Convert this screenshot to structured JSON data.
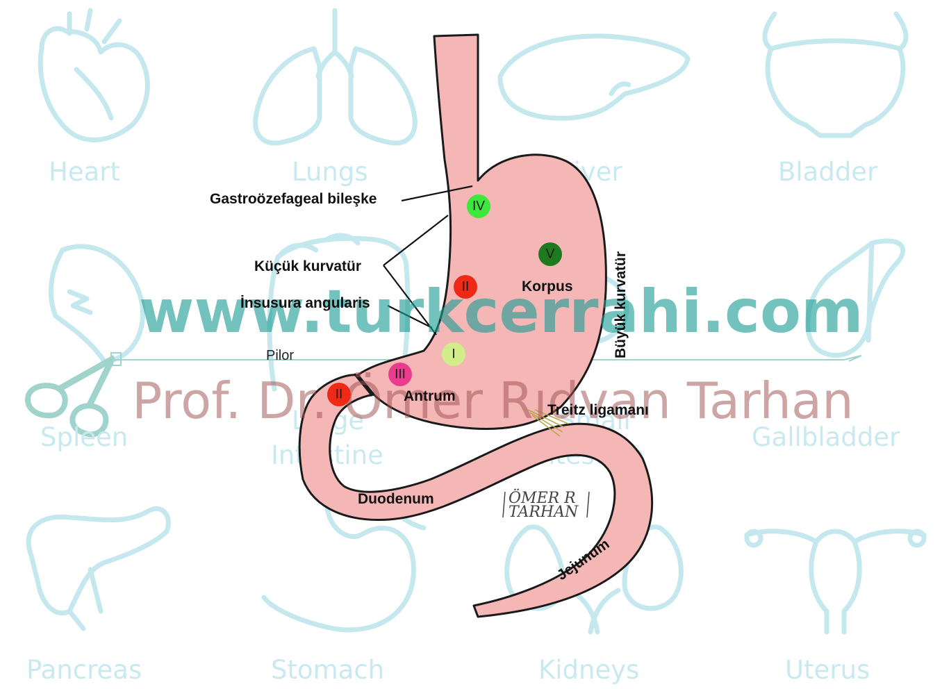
{
  "background_labels": {
    "heart": "Heart",
    "lungs": "Lungs",
    "liver": "Liver",
    "bladder": "Bladder",
    "spleen": "Spleen",
    "large_intestine_1": "Large",
    "large_intestine_2": "Intestine",
    "small_intestine_1": "Small",
    "small_intestine_2": "Intestine",
    "gallbladder": "Gallbladder",
    "pancreas": "Pancreas",
    "stomach": "Stomach",
    "kidneys": "Kidneys",
    "uterus": "Uterus"
  },
  "labels": {
    "gej": "Gastroözefageal bileşke",
    "lesser_curvature": "Küçük kurvatür",
    "incisura": "İnsusura angularis",
    "pylorus": "Pilor",
    "greater_curvature": "Büyük kurvatür",
    "corpus": "Korpus",
    "antrum": "Antrum",
    "treitz": "Treitz ligamanı",
    "duodenum": "Duodenum",
    "jejunum": "Jejunum"
  },
  "markers": [
    {
      "id": "IV",
      "label": "IV",
      "color": "#3ee83a"
    },
    {
      "id": "V",
      "label": "V",
      "color": "#1f7a1f"
    },
    {
      "id": "II-corpus",
      "label": "II",
      "color": "#ee2a17"
    },
    {
      "id": "I",
      "label": "I",
      "color": "#d2ee8a"
    },
    {
      "id": "III",
      "label": "III",
      "color": "#ea3c8c"
    },
    {
      "id": "II-duodenum",
      "label": "II",
      "color": "#ee2a17"
    }
  ],
  "watermark": {
    "site": "www.turkcerrahi.com",
    "author": "Prof. Dr. Ömer Rıdvan Tarhan",
    "signature_1": "ÖMER R",
    "signature_2": "TARHAN"
  },
  "colors": {
    "organ_fill": "#f5b6b6",
    "background_icons": "#c5e8ef",
    "watermark_site": "#1f9c95",
    "watermark_author": "#a25353"
  }
}
